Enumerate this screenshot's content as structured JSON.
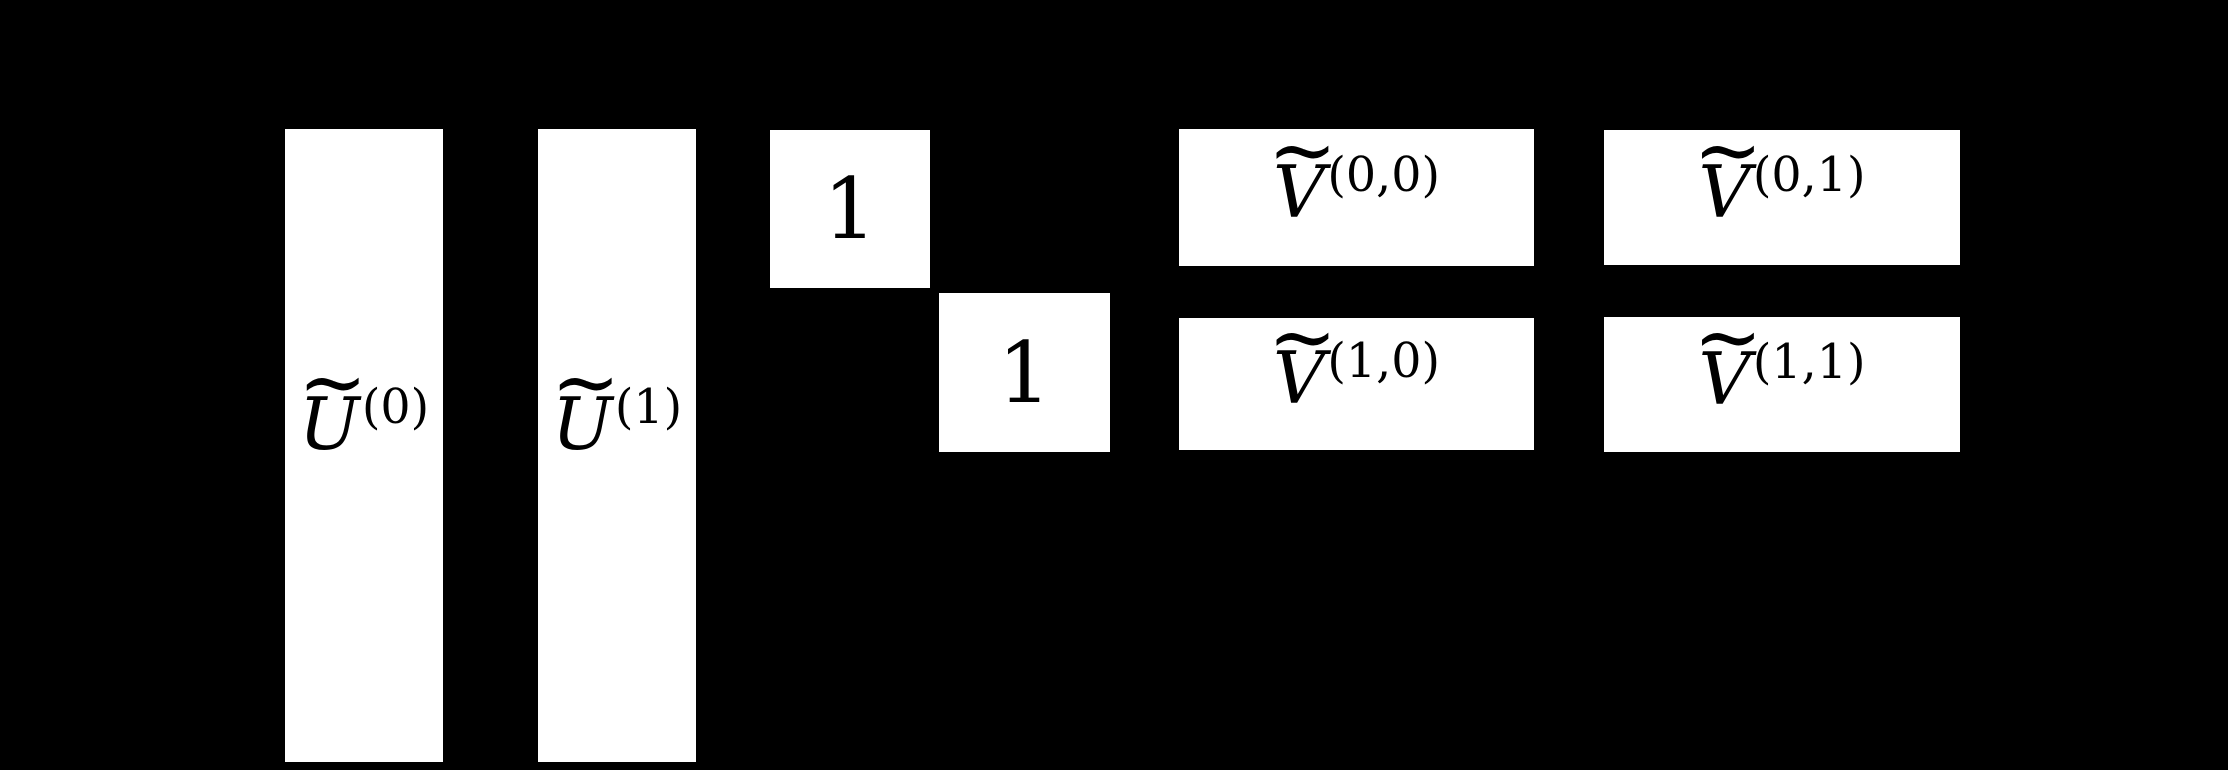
{
  "colors": {
    "background": "#000000",
    "block": "#ffffff",
    "text": "#000000"
  },
  "blocks": {
    "u0": {
      "accent": "~",
      "base": "U",
      "sup": "(0)"
    },
    "u1": {
      "accent": "~",
      "base": "U",
      "sup": "(1)"
    },
    "d0": {
      "value": "1"
    },
    "d1": {
      "value": "1"
    },
    "v00": {
      "accent": "~",
      "base": "V",
      "sup": "(0,0)"
    },
    "v01": {
      "accent": "~",
      "base": "V",
      "sup": "(0,1)"
    },
    "v10": {
      "accent": "~",
      "base": "V",
      "sup": "(1,0)"
    },
    "v11": {
      "accent": "~",
      "base": "V",
      "sup": "(1,1)"
    }
  }
}
